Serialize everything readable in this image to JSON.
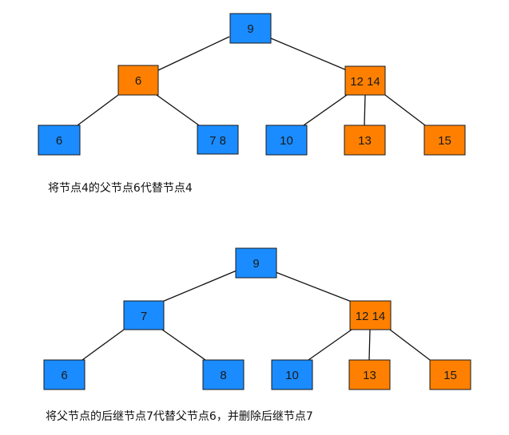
{
  "colors": {
    "blue": "#1a8cff",
    "orange": "#ff8000",
    "stroke": "#1a1a1a"
  },
  "trees": [
    {
      "caption": "将节点4的父节点6代替节点4",
      "nodes": [
        {
          "id": "a-root",
          "label": "9",
          "color": "blue"
        },
        {
          "id": "a-left",
          "label": "6",
          "color": "orange"
        },
        {
          "id": "a-right",
          "label": "12 14",
          "color": "orange"
        },
        {
          "id": "a-ll",
          "label": "6",
          "color": "blue"
        },
        {
          "id": "a-lr",
          "label": "7 8",
          "color": "blue"
        },
        {
          "id": "a-rl",
          "label": "10",
          "color": "blue"
        },
        {
          "id": "a-rm",
          "label": "13",
          "color": "orange"
        },
        {
          "id": "a-rr",
          "label": "15",
          "color": "orange"
        }
      ]
    },
    {
      "caption": "将父节点的后继节点7代替父节点6，并删除后继节点7",
      "nodes": [
        {
          "id": "b-root",
          "label": "9",
          "color": "blue"
        },
        {
          "id": "b-left",
          "label": "7",
          "color": "blue"
        },
        {
          "id": "b-right",
          "label": "12 14",
          "color": "orange"
        },
        {
          "id": "b-ll",
          "label": "6",
          "color": "blue"
        },
        {
          "id": "b-lr",
          "label": "8",
          "color": "blue"
        },
        {
          "id": "b-rl",
          "label": "10",
          "color": "blue"
        },
        {
          "id": "b-rm",
          "label": "13",
          "color": "orange"
        },
        {
          "id": "b-rr",
          "label": "15",
          "color": "orange"
        }
      ]
    }
  ]
}
